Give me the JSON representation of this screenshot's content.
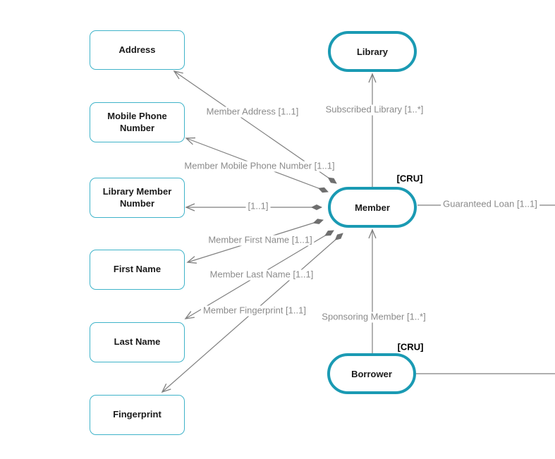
{
  "diagram": {
    "entities": [
      {
        "id": "library",
        "label": "Library"
      },
      {
        "id": "member",
        "label": "Member"
      },
      {
        "id": "borrower",
        "label": "Borrower"
      }
    ],
    "attributes": [
      {
        "id": "address",
        "label": "Address"
      },
      {
        "id": "mobile-phone-number",
        "label": "Mobile Phone Number"
      },
      {
        "id": "library-member-number",
        "label": "Library Member Number"
      },
      {
        "id": "first-name",
        "label": "First Name"
      },
      {
        "id": "last-name",
        "label": "Last Name"
      },
      {
        "id": "fingerprint",
        "label": "Fingerprint"
      }
    ],
    "edges": [
      {
        "id": "member-address",
        "label": "Member Address [1..1]"
      },
      {
        "id": "member-mobile-phone-number",
        "label": "Member Mobile Phone Number [1..1]"
      },
      {
        "id": "member-library-member-number",
        "label": "[1..1]"
      },
      {
        "id": "member-first-name",
        "label": "Member First Name [1..1]"
      },
      {
        "id": "member-last-name",
        "label": "Member Last Name [1..1]"
      },
      {
        "id": "member-fingerprint",
        "label": "Member Fingerprint [1..1]"
      },
      {
        "id": "subscribed-library",
        "label": "Subscribed Library [1..*]"
      },
      {
        "id": "sponsoring-member",
        "label": "Sponsoring Member [1..*]"
      },
      {
        "id": "guaranteed-loan",
        "label": "Guaranteed Loan [1..1]"
      }
    ],
    "annotations": {
      "member_crud": "[CRU]",
      "borrower_crud": "[CRU]"
    },
    "colors": {
      "entity_border": "#1a9ab3",
      "attribute_border": "#3fb3c9",
      "edge_line": "#7f7f7f",
      "edge_label_text": "#8b8b8b",
      "diamond_fill": "#6f6f6f",
      "shape_text": "#1a1a1a",
      "background": "#ffffff"
    }
  }
}
